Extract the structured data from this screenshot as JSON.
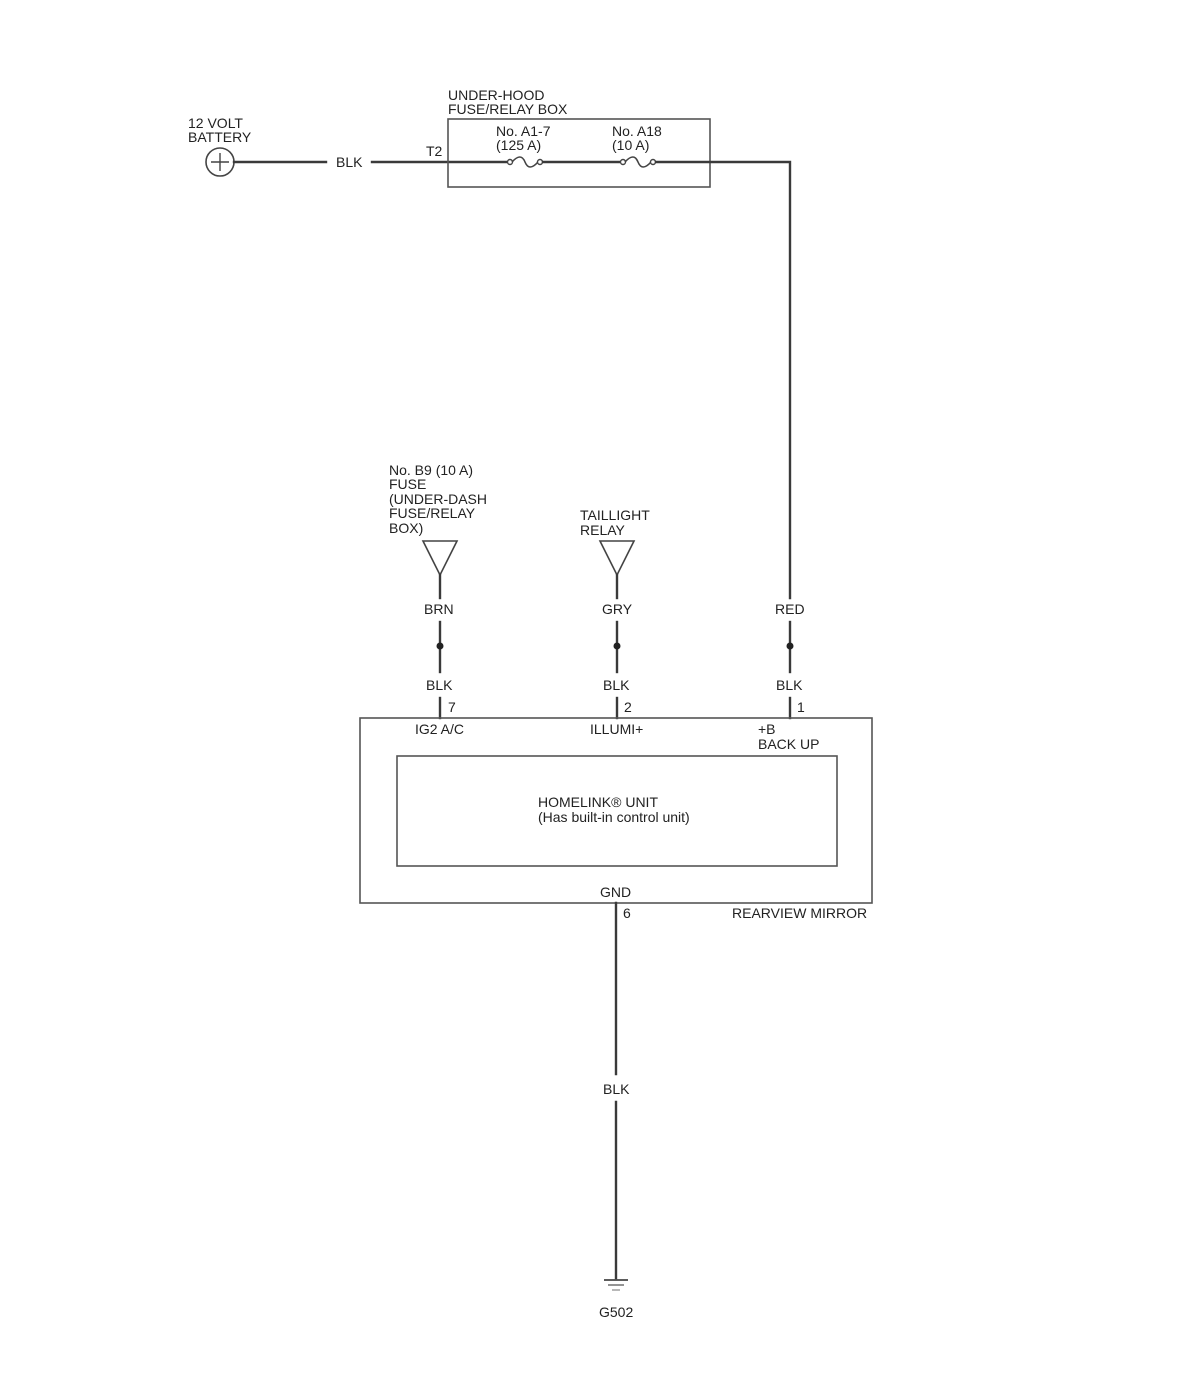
{
  "battery": {
    "line1": "12 VOLT",
    "line2": "BATTERY"
  },
  "underhood_box": {
    "title_line1": "UNDER-HOOD",
    "title_line2": "FUSE/RELAY BOX",
    "terminal": "T2",
    "fuse1_line1": "No. A1-7",
    "fuse1_line2": "(125 A)",
    "fuse2_line1": "No. A18",
    "fuse2_line2": "(10 A)"
  },
  "battery_wire": "BLK",
  "fuse_b9": {
    "line1": "No. B9 (10 A)",
    "line2": "FUSE",
    "line3": "(UNDER-DASH",
    "line4": "FUSE/RELAY",
    "line5": "BOX)"
  },
  "taillight": {
    "line1": "TAILLIGHT",
    "line2": "RELAY"
  },
  "wires": {
    "left_upper": "BRN",
    "left_lower": "BLK",
    "mid_upper": "GRY",
    "mid_lower": "BLK",
    "right_upper": "RED",
    "right_lower": "BLK",
    "ground": "BLK"
  },
  "mirror": {
    "pin7": "7",
    "pin7_label": "IG2 A/C",
    "pin2": "2",
    "pin2_label": "ILLUMI+",
    "pin1": "1",
    "pin1_label_line1": "+B",
    "pin1_label_line2": "BACK UP",
    "unit_line1": "HOMELINK® UNIT",
    "unit_line2": "(Has built-in control unit)",
    "gnd_label": "GND",
    "pin6": "6",
    "name": "REARVIEW MIRROR"
  },
  "ground": {
    "label": "G502"
  }
}
